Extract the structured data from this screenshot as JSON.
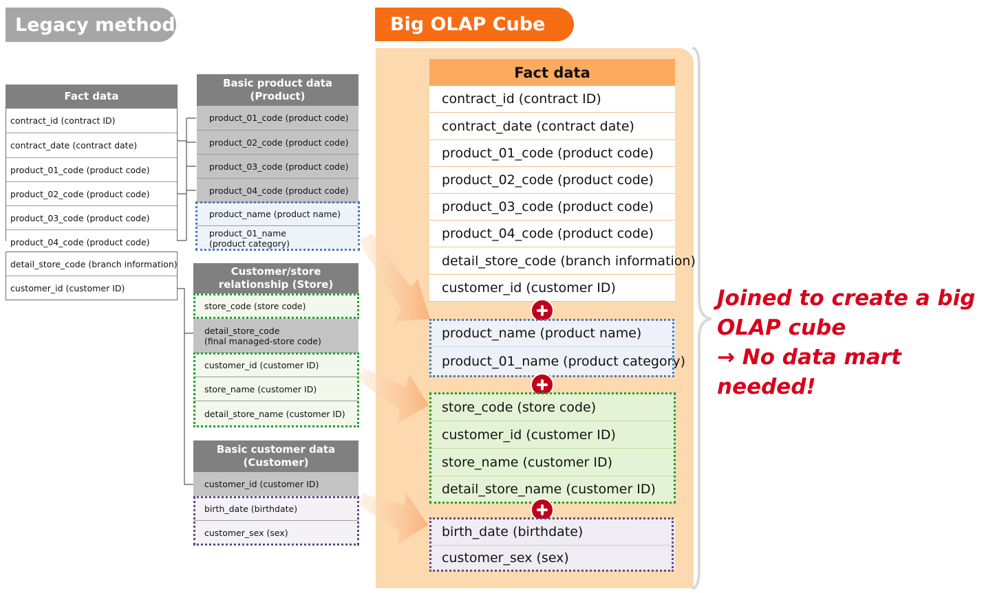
{
  "legacy": {
    "title": "Legacy method",
    "fact": {
      "header": "Fact data",
      "rows": [
        "contract_id (contract ID)",
        "contract_date  (contract date)",
        "product_01_code  (product code)",
        "product_02_code  (product code)",
        "product_03_code  (product code)",
        "product_04_code  (product code)",
        "detail_store_code (branch information)",
        "customer_id (customer ID)"
      ]
    },
    "product": {
      "header": "Basic product data\n(Product)",
      "rows": [
        "product_01_code  (product code)",
        "product_02_code  (product code)",
        "product_03_code  (product code)",
        "product_04_code  (product code)",
        "product_name  (product name)",
        "product_01_name\n(product category)"
      ]
    },
    "store": {
      "header": "Customer/store\nrelationship (Store)",
      "rows": [
        "store_code (store code)",
        "detail_store_code\n(final managed-store code)",
        "customer_id  (customer ID)",
        "store_name (customer ID)",
        "detail_store_name  (customer ID)"
      ]
    },
    "customer": {
      "header": "Basic customer data\n(Customer)",
      "rows": [
        "customer_id (customer ID)",
        "birth_date  (birthdate)",
        "customer_sex (sex)"
      ]
    }
  },
  "olap": {
    "title": "Big OLAP Cube",
    "header": "Fact data",
    "fact_rows": [
      "contract_id (contract ID)",
      "contract_date (contract date)",
      "product_01_code (product code)",
      "product_02_code (product code)",
      "product_03_code (product code)",
      "product_04_code (product code)",
      "detail_store_code (branch information)",
      "customer_id (customer ID)"
    ],
    "product_rows": [
      "product_name (product name)",
      "product_01_name (product category)"
    ],
    "store_rows": [
      "store_code (store code)",
      "customer_id (customer ID)",
      "store_name (customer ID)",
      "detail_store_name (customer ID)"
    ],
    "customer_rows": [
      "birth_date (birthdate)",
      "customer_sex (sex)"
    ]
  },
  "message": {
    "line1": "Joined to create a big",
    "line2": "OLAP cube",
    "line3": "→ No data mart needed!"
  },
  "colors": {
    "accent_orange": "#f66d14",
    "message_red": "#d8001c",
    "product_blue": "#4a78c2",
    "store_green": "#17a32b",
    "customer_purple": "#5d4a86"
  }
}
